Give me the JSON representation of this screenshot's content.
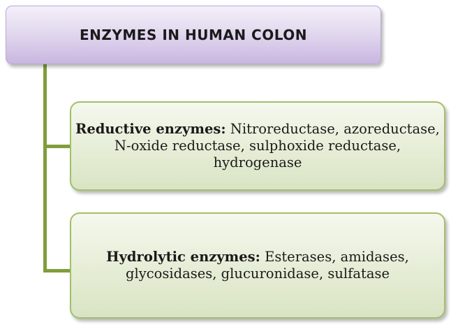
{
  "title": "ENZYMES IN HUMAN COLON",
  "branches": [
    {
      "heading": "Reductive enzymes:",
      "items": "Nitroreductase, azoreductase, N-oxide reductase, sulphoxide reductase, hydrogenase"
    },
    {
      "heading": "Hydrolytic enzymes:",
      "items": "Esterases, amidases, glycosidases, glucuronidase, sulfatase"
    }
  ],
  "colors": {
    "connector": "#7f9e3c",
    "title_fill": "#e3d9ef",
    "leaf_fill": "#e7eed8"
  }
}
